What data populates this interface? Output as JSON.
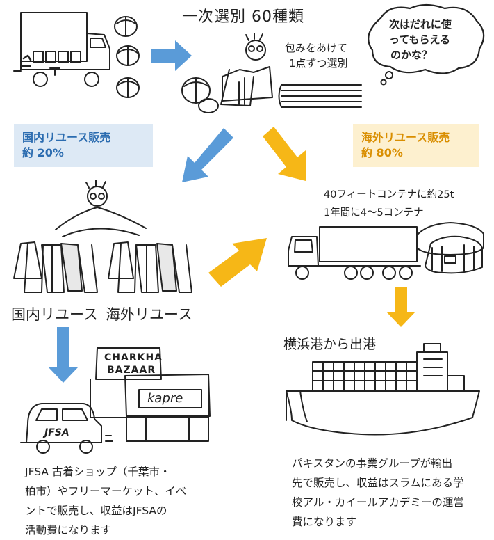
{
  "colors": {
    "blue_arrow": "#5a9bd8",
    "yellow_arrow": "#f6b717",
    "domestic_box_bg": "#dde9f5",
    "domestic_text": "#2b6cb0",
    "overseas_box_bg": "#fdf0cf",
    "overseas_text": "#d98e00",
    "ink": "#222222"
  },
  "sorting": {
    "title": "一次選別 60種類",
    "note_line1": "包みをあけて",
    "note_line2": "1点ずつ選別"
  },
  "speech_bubble": {
    "line1": "次はだれに使",
    "line2": "ってもらえる",
    "line3": "のかな？"
  },
  "domestic": {
    "label_line1": "国内リユース販売",
    "label_line2": "約 20%",
    "handwritten": "国内リユース",
    "caption": "JFSA 古着ショップ（千葉市・\n柏市）やフリーマーケット、イベ\nントで販売し、収益はJFSAの\n活動費になります"
  },
  "overseas": {
    "label_line1": "海外リユース販売",
    "label_line2": "約 80%",
    "handwritten": "海外リユース",
    "caption": "パキスタンの事業グループが輸出\n先で販売し、収益はスラムにある学\n校アル・カイールアカデミーの運営\n費になります"
  },
  "container": {
    "line1": "40フィートコンテナに約25t",
    "line2": "1年間に4〜5コンテナ"
  },
  "port": {
    "label": "横浜港から出港"
  },
  "shop": {
    "sign1_line1": "CHARKHA",
    "sign1_line2": "BAZAAR",
    "sign2": "kapre",
    "car_label": "JFSA"
  },
  "icons": {
    "truck": "mail-truck-icon",
    "bundles": "cloth-bundle-icon",
    "person": "sorting-person-icon",
    "clothes": "clothes-rack-icon",
    "container_truck": "container-truck-icon",
    "ship": "cargo-ship-icon",
    "shop": "shop-building-icon",
    "car": "car-icon"
  }
}
